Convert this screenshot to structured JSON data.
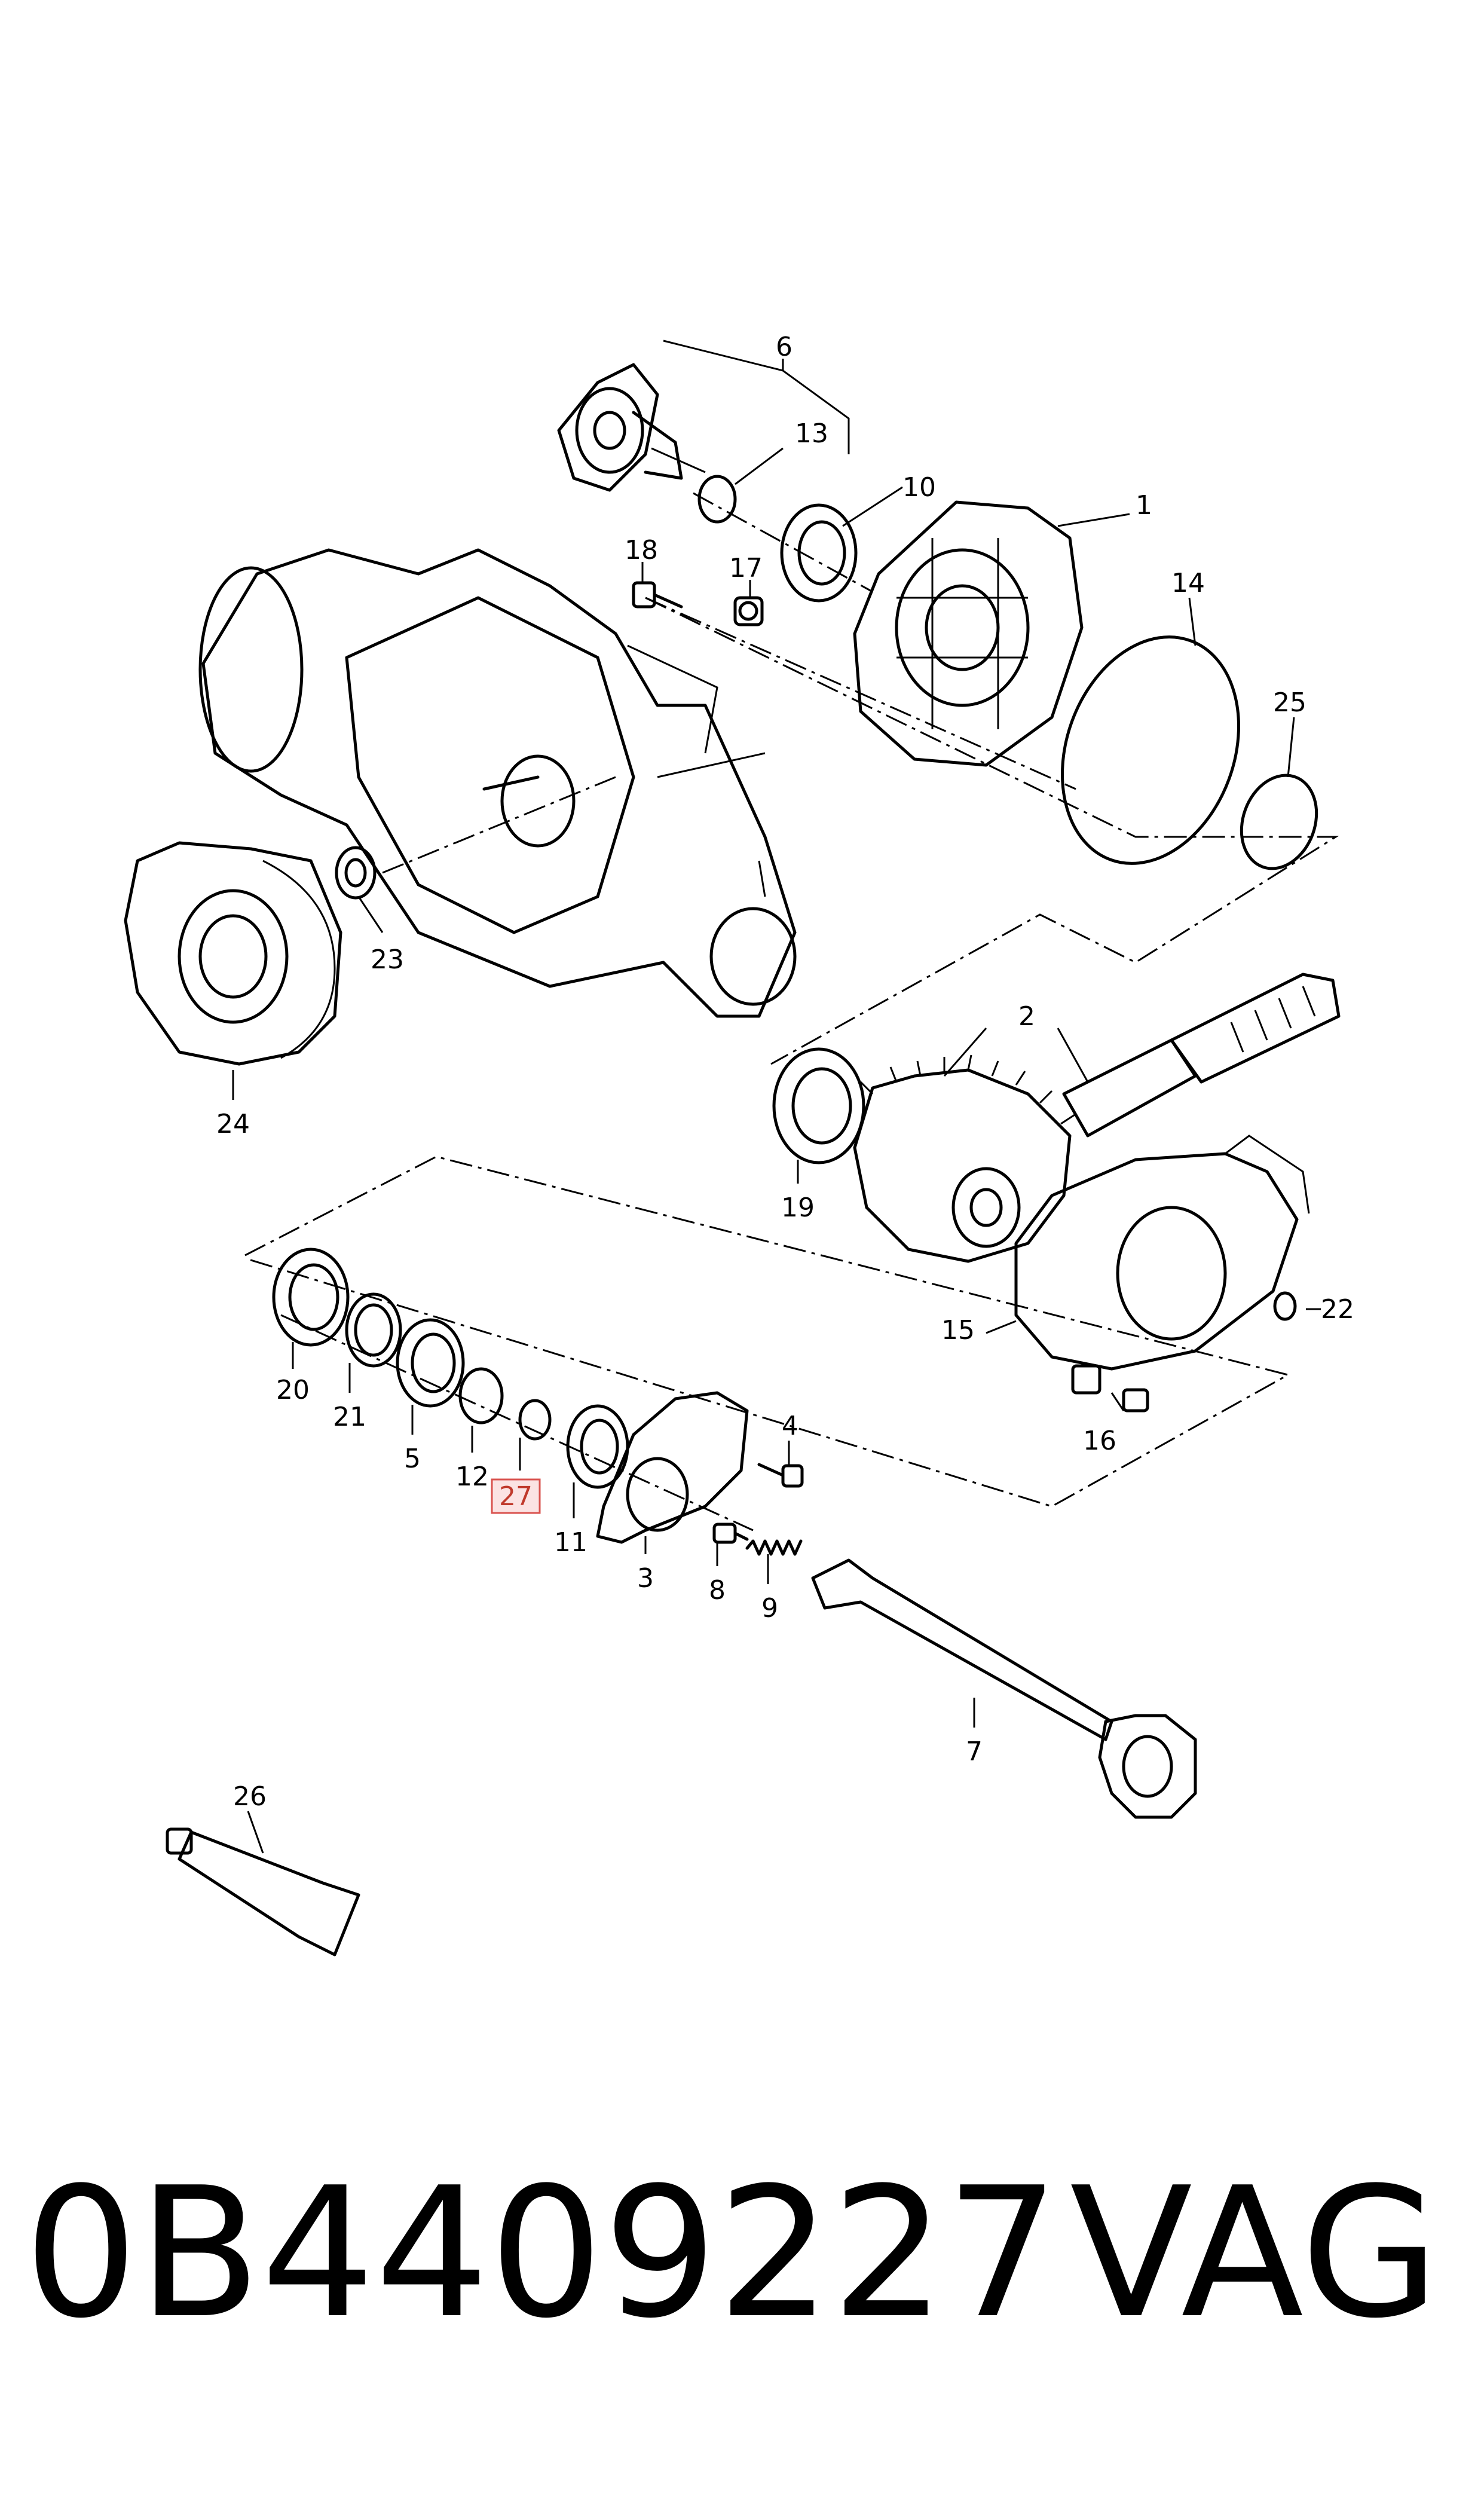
{
  "diagram": {
    "callouts": [
      {
        "id": "1",
        "label": "1"
      },
      {
        "id": "2",
        "label": "2"
      },
      {
        "id": "3",
        "label": "3"
      },
      {
        "id": "4",
        "label": "4"
      },
      {
        "id": "5",
        "label": "5"
      },
      {
        "id": "6",
        "label": "6"
      },
      {
        "id": "7",
        "label": "7"
      },
      {
        "id": "8",
        "label": "8"
      },
      {
        "id": "9",
        "label": "9"
      },
      {
        "id": "10",
        "label": "10"
      },
      {
        "id": "11",
        "label": "11"
      },
      {
        "id": "12",
        "label": "12"
      },
      {
        "id": "13",
        "label": "13"
      },
      {
        "id": "14",
        "label": "14"
      },
      {
        "id": "15",
        "label": "15"
      },
      {
        "id": "16",
        "label": "16"
      },
      {
        "id": "17",
        "label": "17"
      },
      {
        "id": "18",
        "label": "18"
      },
      {
        "id": "19",
        "label": "19"
      },
      {
        "id": "20",
        "label": "20"
      },
      {
        "id": "21",
        "label": "21"
      },
      {
        "id": "22",
        "label": "22"
      },
      {
        "id": "23",
        "label": "23"
      },
      {
        "id": "24",
        "label": "24"
      },
      {
        "id": "25",
        "label": "25"
      },
      {
        "id": "26",
        "label": "26"
      },
      {
        "id": "27",
        "label": "27",
        "highlighted": true
      }
    ],
    "highlight_color": "#d9534f",
    "highlight_fill": "#fbe3e3"
  },
  "footer": {
    "part_number": "0B4409227",
    "brand": "VAG"
  }
}
